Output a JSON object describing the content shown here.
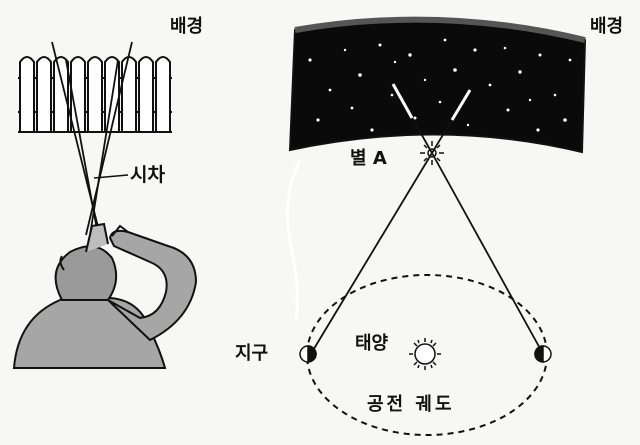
{
  "left_panel": {
    "background_label": "배경",
    "parallax_label": "시차"
  },
  "right_panel": {
    "background_label": "배경",
    "star_label": "별 A",
    "earth_label": "지구",
    "sun_label": "태양",
    "orbit_label": "공전 궤도"
  },
  "colors": {
    "ink": "#111111",
    "sky": "#0a0a0a",
    "star": "#ffffff",
    "skin": "#a6a6a6"
  }
}
